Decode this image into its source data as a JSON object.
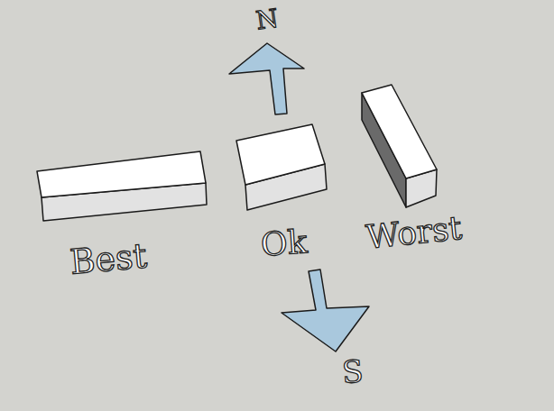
{
  "diagram": {
    "labels": [
      "N",
      "Best",
      "Ok",
      "Worst",
      "S"
    ]
  }
}
